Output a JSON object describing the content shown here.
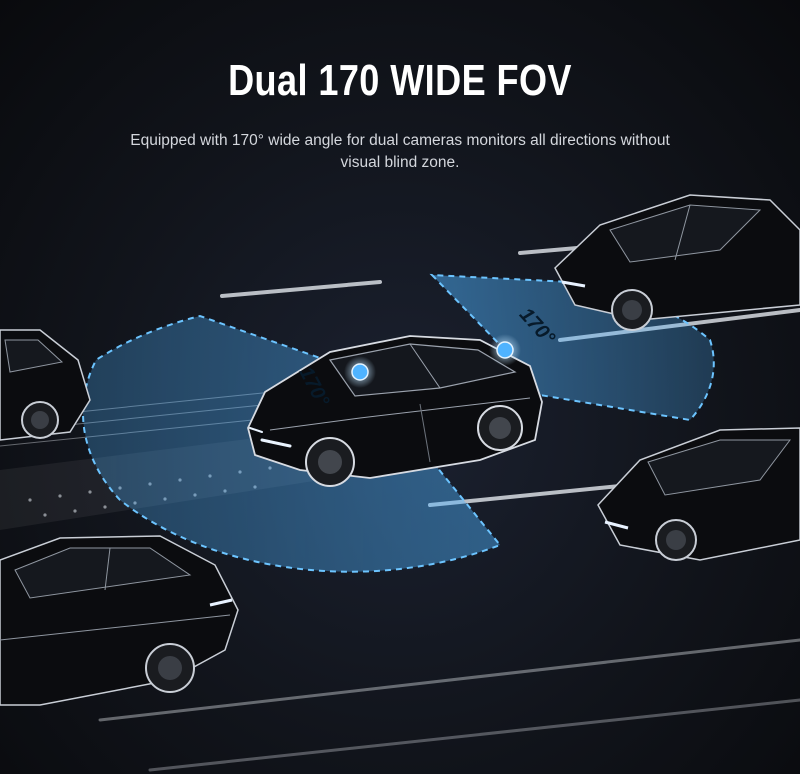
{
  "header": {
    "title": "Dual 170 WIDE FOV",
    "subtitle": "Equipped with 170° wide angle for dual cameras monitors all directions without visual blind zone."
  },
  "fov": {
    "front_label": "170°",
    "rear_label": "170°",
    "color": "#4fb3ff"
  },
  "colors": {
    "background": "#11141b",
    "car_body": "#0b0c0f",
    "car_outline": "#c9ced6",
    "road_mark": "#d9dde3"
  }
}
